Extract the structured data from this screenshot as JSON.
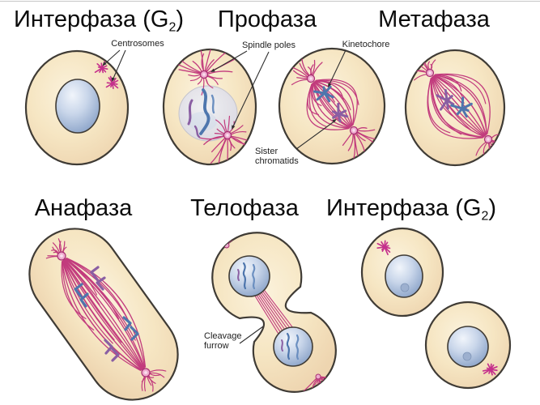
{
  "titles": {
    "interphase_start": {
      "pre": "Интерфаза (G",
      "sub": "2",
      "post": ")"
    },
    "prophase": "Профаза",
    "metaphase": "Метафаза",
    "anaphase": "Анафаза",
    "telophase": "Телофаза",
    "interphase_end": {
      "pre": "Интерфаза (G",
      "sub": "2",
      "post": ")"
    }
  },
  "annotations": {
    "centrosomes": "Centrosomes",
    "spindle_poles": "Spindle poles",
    "kinetochore": "Kinetochore",
    "sister_chromatids": "Sister\nchromatids",
    "cleavage_furrow": "Cleavage\nfurrow"
  },
  "colors": {
    "background": "#ffffff",
    "cytoplasm": "#f6e6c3",
    "cell_outline": "#3f3b35",
    "nucleus_blue": "#9fb4d4",
    "nucleus_gray": "#e2e2ea",
    "spindle_fiber": "#c23b7d",
    "centrosome_pink": "#c5308c",
    "chromosome_blue": "#4e76ad",
    "chromosome_purple": "#8a5fa3",
    "annotation_text": "#1e1e1e",
    "title_text": "#0b0b0b"
  }
}
